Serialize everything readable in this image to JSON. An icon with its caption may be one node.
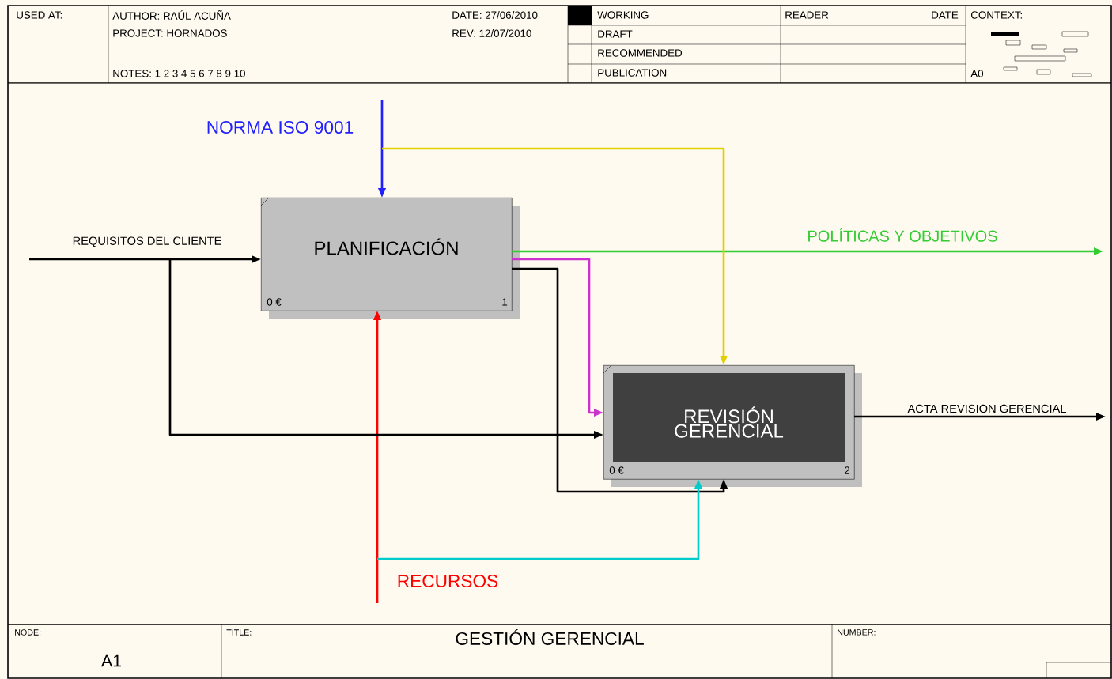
{
  "diagram": {
    "title": "GESTIÓN GERENCIAL",
    "nodes": [
      {
        "text": [
          "PLANIFICACIÓN",
          "0 €",
          "1"
        ]
      },
      {
        "text": [
          "REVISIÓN GERENCIAL",
          "0 €",
          "2"
        ]
      }
    ],
    "edges": [
      {
        "from": null,
        "to": 0,
        "arrow": "to",
        "label": "REQUISITOS DEL CLIENTE"
      },
      {
        "from": null,
        "to": 0,
        "arrow": "to",
        "label": "NORMA ISO 9001",
        "color": "#2020ff"
      },
      {
        "from": null,
        "to": 0,
        "arrow": "to",
        "label": "RECURSOS",
        "color": "#ff0000"
      },
      {
        "from": 0,
        "to": null,
        "arrow": "to",
        "label": "POLÍTICAS Y OBJETIVOS",
        "color": "#33cc33"
      },
      {
        "from": 1,
        "to": null,
        "arrow": "to",
        "label": "ACTA REVISION GERENCIAL"
      },
      {
        "from": null,
        "to": 1,
        "arrow": "to",
        "color": "#e0d000"
      },
      {
        "from": 0,
        "to": 1,
        "arrow": "to",
        "color": "#cc33cc"
      },
      {
        "from": 0,
        "to": 1,
        "arrow": "to"
      },
      {
        "from": null,
        "to": 1,
        "arrow": "to"
      },
      {
        "from": null,
        "to": 1,
        "arrow": "to",
        "color": "#00cccc"
      }
    ],
    "labels": [
      "USED AT:",
      "AUTHOR: RAÚL ACUÑA",
      "DATE: 27/06/2010",
      "WORKING",
      "READER",
      "DATE",
      "CONTEXT:",
      "PROJECT: HORNADOS",
      "REV: 12/07/2010",
      "DRAFT",
      "RECOMMENDED",
      "NOTES: 1 2 3 4 5 6 7 8 9 10",
      "PUBLICATION",
      "A0",
      "NODE:",
      "TITLE:",
      "NUMBER:",
      "A1"
    ]
  }
}
